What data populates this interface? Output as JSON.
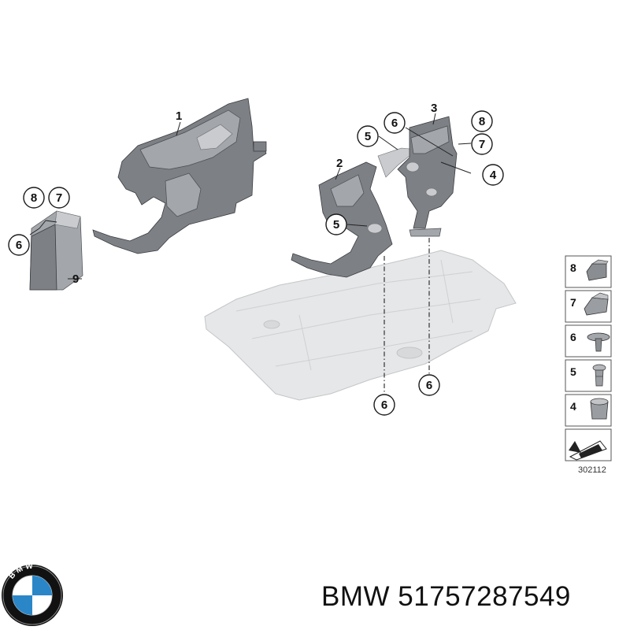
{
  "brand": "BMW",
  "part_number": "51757287549",
  "diagram_code": "302112",
  "logo": {
    "letters": "BMW",
    "colors": {
      "ring": "#111111",
      "blue": "#2b86c8",
      "white": "#ffffff"
    }
  },
  "callouts": {
    "c1": "1",
    "c2": "2",
    "c3": "3",
    "c4": "4",
    "c5a": "5",
    "c5b": "5",
    "c6a": "6",
    "c6b": "6",
    "c6c": "6",
    "c6d": "6",
    "c7a": "7",
    "c7b": "7",
    "c8a": "8",
    "c8b": "8",
    "c9": "9"
  },
  "legend": {
    "items": [
      "8",
      "7",
      "6",
      "5",
      "4"
    ]
  }
}
